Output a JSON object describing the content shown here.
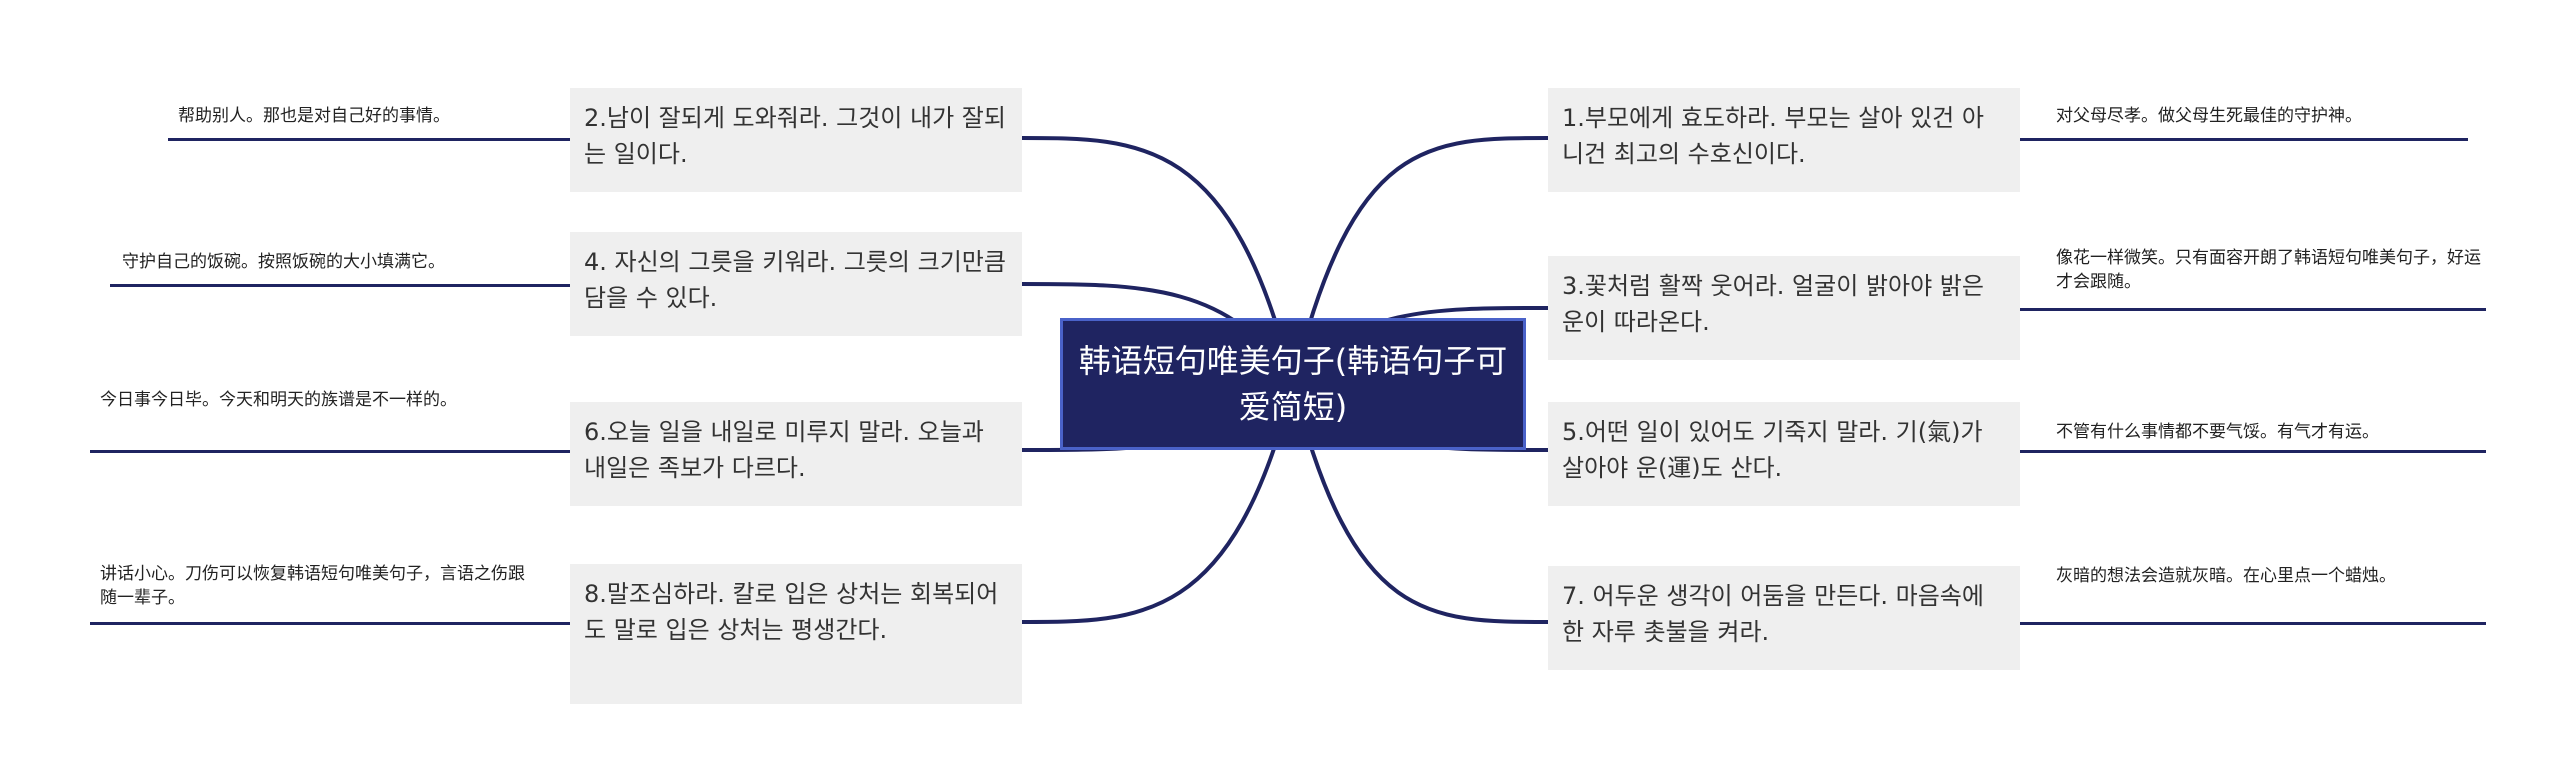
{
  "center": {
    "title": "韩语短句唯美句子(韩语句子可爱简短)"
  },
  "branches": [
    {
      "text": "1.부모에게 효도하라. 부모는 살아 있건 아니건 최고의 수호신이다.",
      "note": "对父母尽孝。做父母生死最佳的守护神。"
    },
    {
      "text": "2.남이 잘되게 도와줘라. 그것이 내가 잘되는 일이다.",
      "note": "帮助别人。那也是对自己好的事情。"
    },
    {
      "text": "3.꽃처럼 활짝 웃어라. 얼굴이 밝아야 밝은 운이 따라온다.",
      "note": "像花一样微笑。只有面容开朗了韩语短句唯美句子，好运才会跟随。"
    },
    {
      "text": "4. 자신의 그릇을 키워라. 그릇의 크기만큼 담을 수 있다.",
      "note": "守护自己的饭碗。按照饭碗的大小填满它。"
    },
    {
      "text": "5.어떤 일이 있어도 기죽지 말라. 기(氣)가 살아야 운(運)도 산다.",
      "note": "不管有什么事情都不要气馁。有气才有运。"
    },
    {
      "text": "6.오늘 일을 내일로 미루지 말라. 오늘과 내일은 족보가 다르다.",
      "note": "今日事今日毕。今天和明天的族谱是不一样的。"
    },
    {
      "text": "7. 어두운 생각이 어둠을 만든다. 마음속에 한 자루 촛불을 켜라.",
      "note": "灰暗的想法会造就灰暗。在心里点一个蜡烛。"
    },
    {
      "text": "8.말조심하라. 칼로 입은 상처는 회복되어도 말로 입은 상처는 평생간다.",
      "note": "讲话小心。刀伤可以恢复韩语短句唯美句子，言语之伤跟随一辈子。"
    }
  ],
  "colors": {
    "line": "#1f2461",
    "center_bg": "#1f2461",
    "center_border": "#4a62c9",
    "branch_bg": "#efefef"
  }
}
